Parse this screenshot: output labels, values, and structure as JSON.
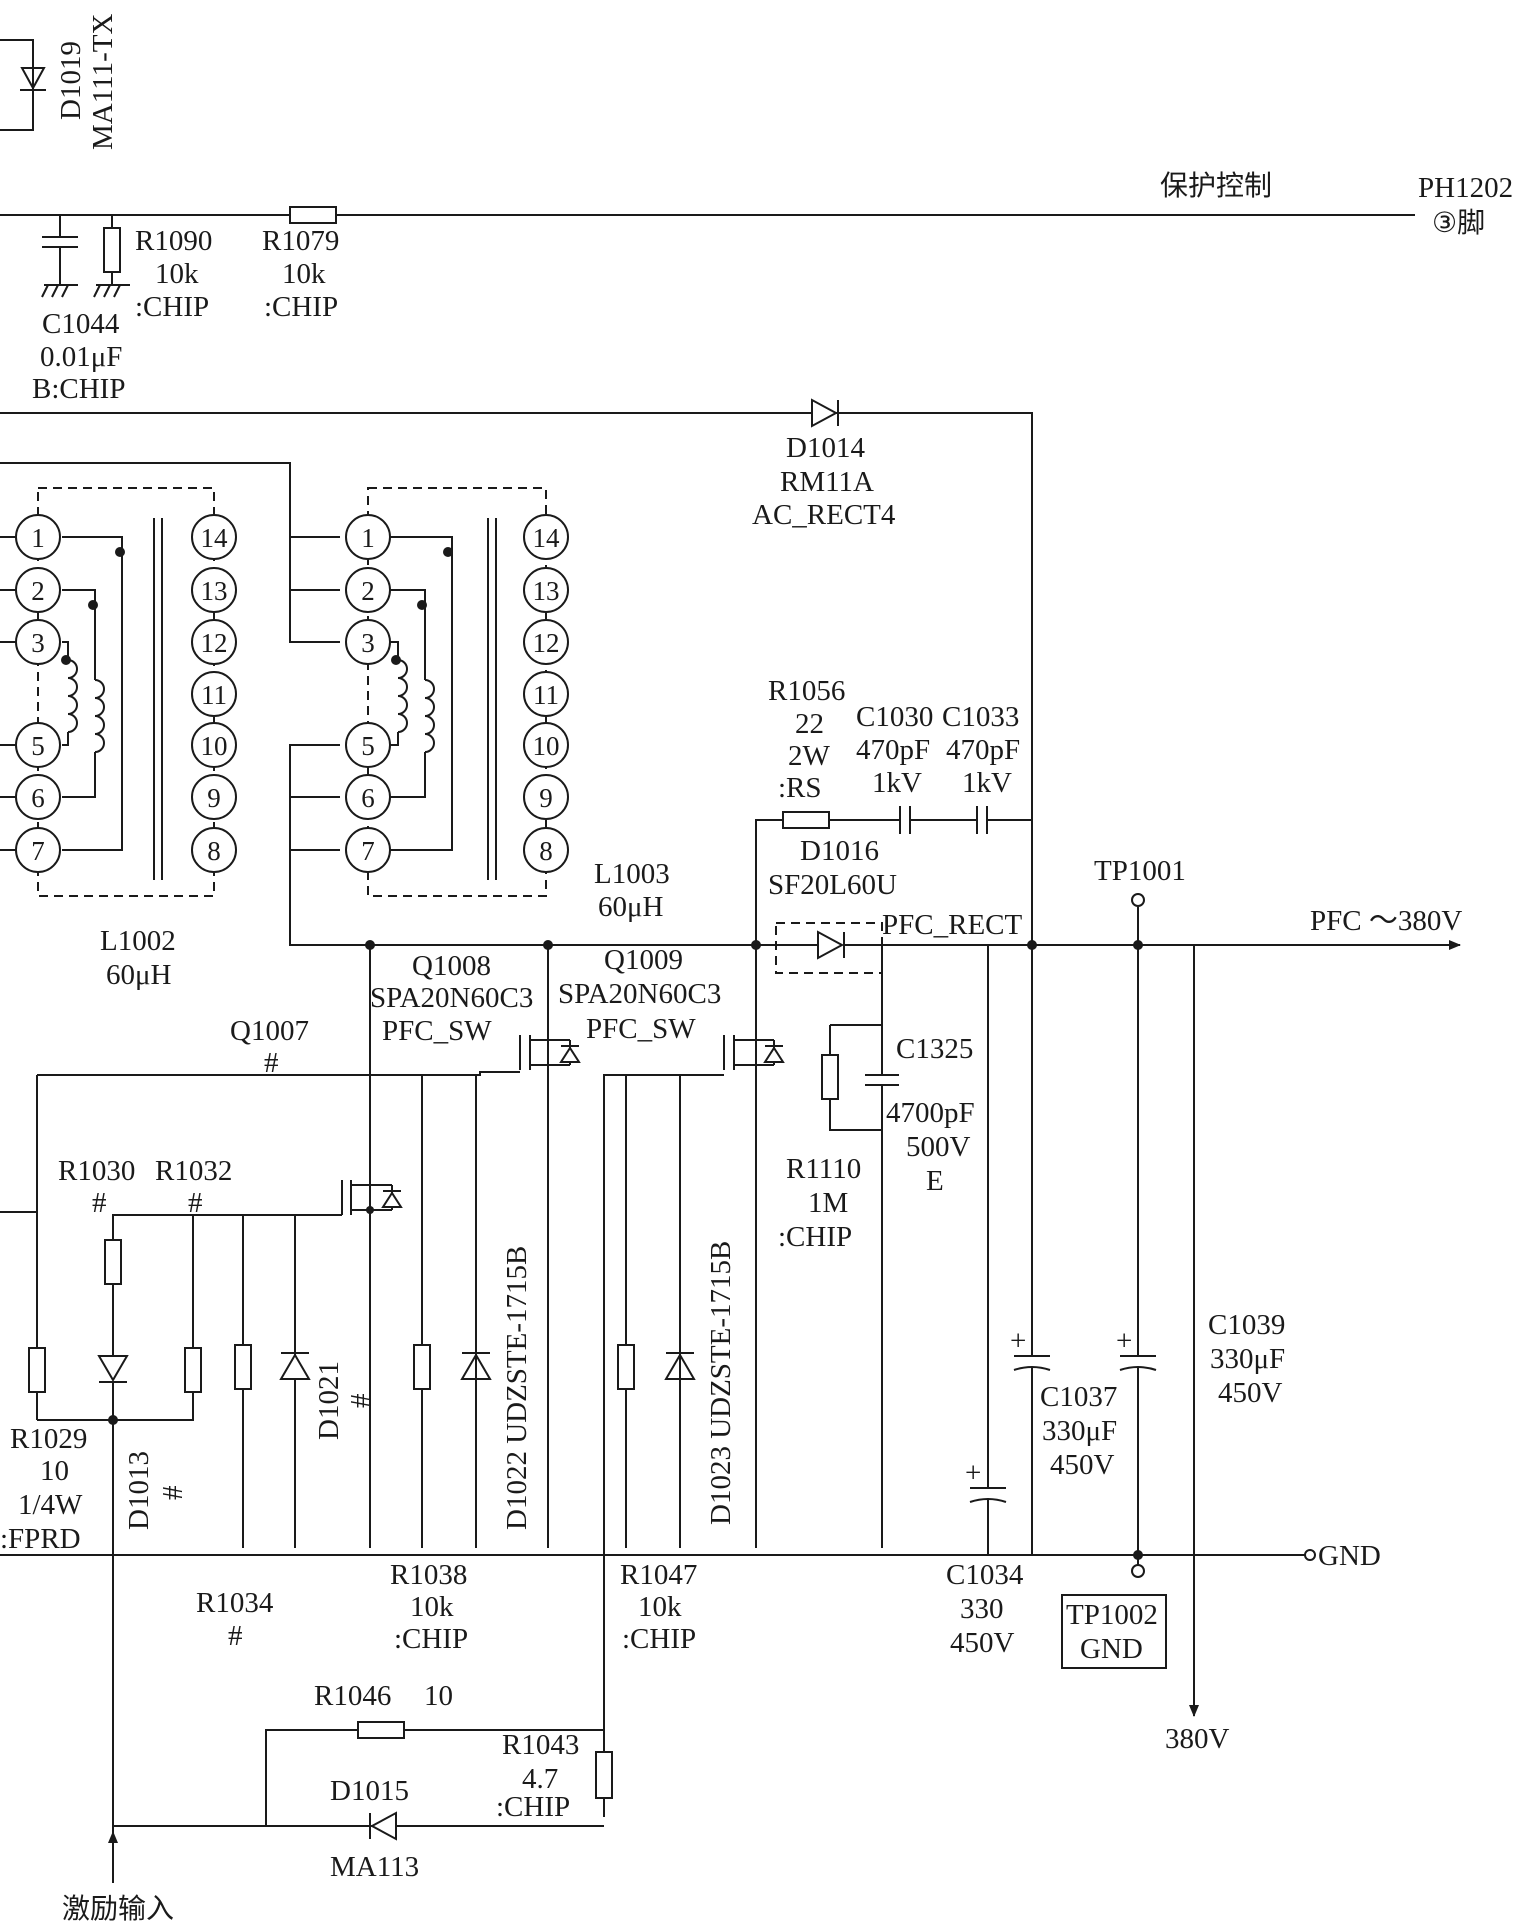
{
  "top": {
    "d1019": {
      "ref": "D1019",
      "part": "MA111-TX"
    },
    "protect_label": "保护控制",
    "ph1202": {
      "ref": "PH1202",
      "pin": "③脚"
    },
    "c1044": {
      "ref": "C1044",
      "value": "0.01μF",
      "type": "B:CHIP"
    },
    "r1090": {
      "ref": "R1090",
      "value": "10k",
      "type": ":CHIP"
    },
    "r1079": {
      "ref": "R1079",
      "value": "10k",
      "type": ":CHIP"
    },
    "d1014": {
      "ref": "D1014",
      "part": "RM11A",
      "type": "AC_RECT4"
    }
  },
  "inductors": {
    "l1002": {
      "ref": "L1002",
      "value": "60μH"
    },
    "l1003": {
      "ref": "L1003",
      "value": "60μH"
    },
    "left_pins": [
      "1",
      "2",
      "3",
      "5",
      "6",
      "7"
    ],
    "right_pins": [
      "14",
      "13",
      "12",
      "11",
      "10",
      "9",
      "8"
    ]
  },
  "snubber": {
    "r1056": {
      "ref": "R1056",
      "value": "22",
      "power": "2W",
      "type": ":RS"
    },
    "c1030": {
      "ref": "C1030",
      "value": "470pF",
      "voltage": "1kV"
    },
    "c1033": {
      "ref": "C1033",
      "value": "470pF",
      "voltage": "1kV"
    }
  },
  "rectifier": {
    "d1016": {
      "ref": "D1016",
      "part": "SF20L60U",
      "type": "PFC_RECT"
    },
    "tp1001": "TP1001",
    "output_label": "PFC ～380V"
  },
  "switches": {
    "q1008": {
      "ref": "Q1008",
      "part": "SPA20N60C3",
      "type": "PFC_SW"
    },
    "q1009": {
      "ref": "Q1009",
      "part": "SPA20N60C3",
      "type": "PFC_SW"
    },
    "q1007": {
      "ref": "Q1007",
      "mark": "#"
    }
  },
  "driver": {
    "r1030": {
      "ref": "R1030",
      "mark": "#"
    },
    "r1032": {
      "ref": "R1032",
      "mark": "#"
    },
    "r1029": {
      "ref": "R1029",
      "value": "10",
      "power": "1/4W",
      "type": ":FPRD"
    },
    "d1013": {
      "ref": "D1013",
      "mark": "#"
    },
    "d1021": {
      "ref": "D1021",
      "mark": "#"
    },
    "r1034": {
      "ref": "R1034",
      "mark": "#"
    },
    "d1022": "D1022 UDZSTE-1715B",
    "d1023": "D1023 UDZSTE-1715B",
    "r1038": {
      "ref": "R1038",
      "value": "10k",
      "type": ":CHIP"
    },
    "r1047": {
      "ref": "R1047",
      "value": "10k",
      "type": ":CHIP"
    }
  },
  "damper": {
    "c1325": {
      "ref": "C1325",
      "value": "4700pF",
      "voltage": "500V",
      "type": "E"
    },
    "r1110": {
      "ref": "R1110",
      "value": "1M",
      "type": ":CHIP"
    }
  },
  "caps": {
    "c1034": {
      "ref": "C1034",
      "value": "330",
      "voltage": "450V"
    },
    "c1037": {
      "ref": "C1037",
      "value": "330μF",
      "voltage": "450V"
    },
    "c1039": {
      "ref": "C1039",
      "value": "330μF",
      "voltage": "450V"
    },
    "tp1002": {
      "ref": "TP1002",
      "label": "GND"
    },
    "gnd_label": "GND",
    "v380_label": "380V"
  },
  "input": {
    "r1046": {
      "ref": "R1046",
      "value": "10"
    },
    "r1043": {
      "ref": "R1043",
      "value": "4.7",
      "type": ":CHIP"
    },
    "d1015": {
      "ref": "D1015",
      "part": "MA113"
    },
    "drive_input_label": "激励输入"
  }
}
